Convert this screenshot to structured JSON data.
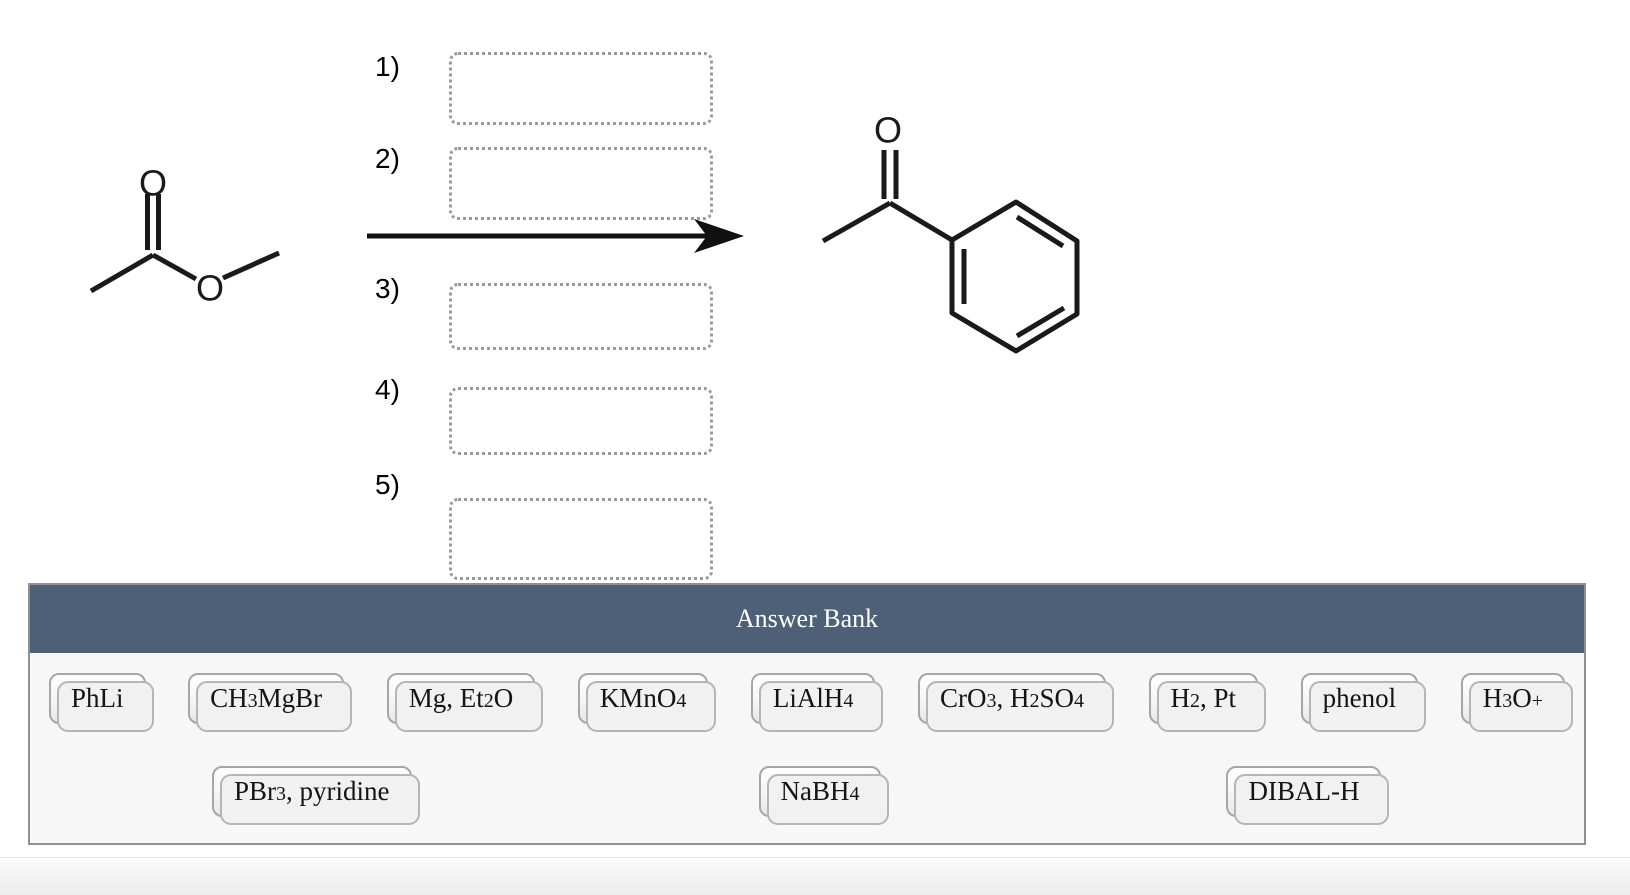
{
  "scheme": {
    "step_labels": [
      "1)",
      "2)",
      "3)",
      "4)",
      "5)"
    ],
    "reactant": {
      "name": "methyl acetate",
      "carbonyl_o": "O",
      "ester_o": "O"
    },
    "product": {
      "name": "acetophenone",
      "carbonyl_o": "O"
    }
  },
  "answer_bank": {
    "title": "Answer Bank",
    "colors": {
      "header_bg": "#4d6078",
      "header_text": "#ffffff",
      "border": "#919191",
      "body_bg": "#f7f7f7",
      "chip_border": "#a6a6a6"
    },
    "rows": [
      [
        {
          "name": "phli",
          "parts": [
            {
              "t": "PhLi"
            }
          ]
        },
        {
          "name": "ch3mgbr",
          "parts": [
            {
              "t": "CH"
            },
            {
              "t": "3",
              "s": "sub"
            },
            {
              "t": "MgBr"
            }
          ]
        },
        {
          "name": "mg-et2o",
          "parts": [
            {
              "t": "Mg, Et"
            },
            {
              "t": "2",
              "s": "sub"
            },
            {
              "t": "O"
            }
          ]
        },
        {
          "name": "kmno4",
          "parts": [
            {
              "t": "KMnO"
            },
            {
              "t": "4",
              "s": "sub"
            }
          ]
        },
        {
          "name": "lialh4",
          "parts": [
            {
              "t": "LiAlH"
            },
            {
              "t": "4",
              "s": "sub"
            }
          ]
        },
        {
          "name": "cro3-h2so4",
          "parts": [
            {
              "t": "CrO"
            },
            {
              "t": "3",
              "s": "sub"
            },
            {
              "t": ", H"
            },
            {
              "t": "2",
              "s": "sub"
            },
            {
              "t": "SO"
            },
            {
              "t": "4",
              "s": "sub"
            }
          ]
        },
        {
          "name": "h2-pt",
          "parts": [
            {
              "t": "H"
            },
            {
              "t": "2",
              "s": "sub"
            },
            {
              "t": ", Pt"
            }
          ]
        },
        {
          "name": "phenol",
          "parts": [
            {
              "t": "phenol"
            }
          ]
        },
        {
          "name": "h3o-plus",
          "parts": [
            {
              "t": "H"
            },
            {
              "t": "3",
              "s": "sub"
            },
            {
              "t": "O"
            },
            {
              "t": "+",
              "s": "sup"
            }
          ]
        }
      ],
      [
        {
          "name": "pbr3-pyridine",
          "parts": [
            {
              "t": "PBr"
            },
            {
              "t": "3",
              "s": "sub"
            },
            {
              "t": ", pyridine"
            }
          ]
        },
        {
          "name": "nabh4",
          "parts": [
            {
              "t": "NaBH"
            },
            {
              "t": "4",
              "s": "sub"
            }
          ]
        },
        {
          "name": "dibal-h",
          "parts": [
            {
              "t": "DIBAL-H"
            }
          ]
        }
      ]
    ]
  }
}
